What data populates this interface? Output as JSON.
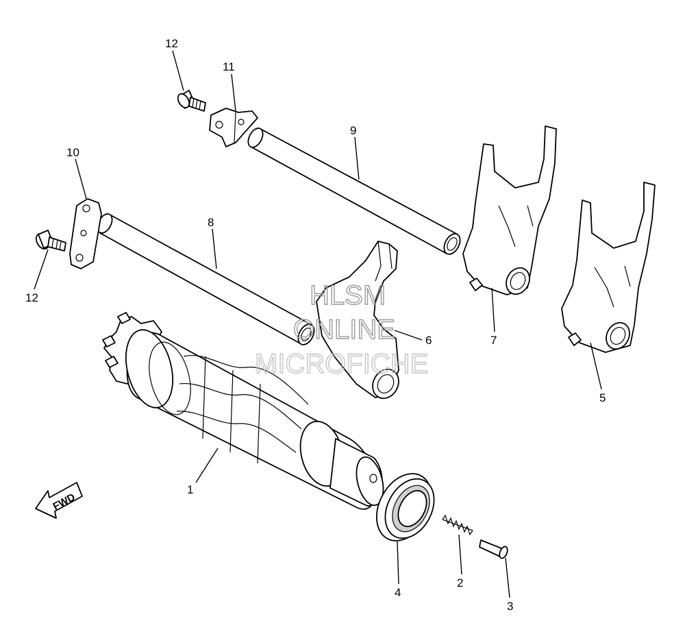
{
  "callouts": {
    "c1": "1",
    "c2": "2",
    "c3": "3",
    "c4": "4",
    "c5": "5",
    "c6": "6",
    "c7": "7",
    "c8": "8",
    "c9": "9",
    "c10": "10",
    "c11": "11",
    "c12a": "12",
    "c12b": "12"
  },
  "direction_arrow": {
    "label": "FWD"
  },
  "watermark": {
    "line1": "HLSM",
    "line2": "ONLINE",
    "line3": "MICROFICHE"
  },
  "colors": {
    "line": "#000000",
    "background": "#ffffff",
    "watermark": "#9a9a9a"
  }
}
